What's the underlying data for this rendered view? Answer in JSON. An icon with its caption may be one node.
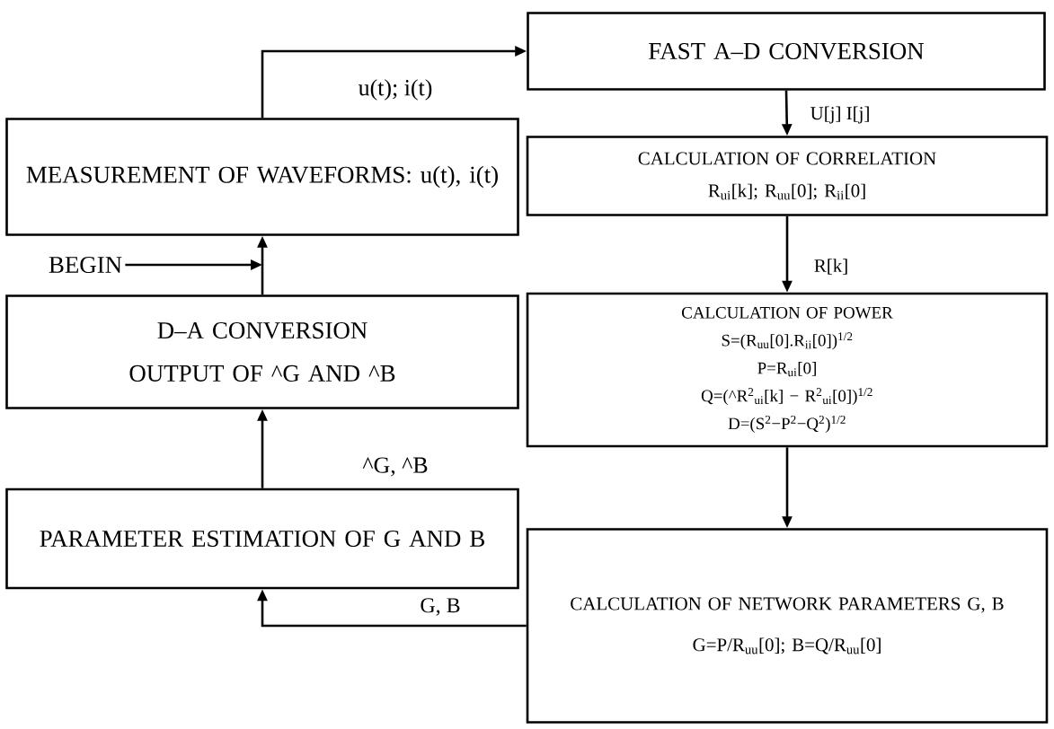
{
  "diagram": {
    "nodes": [
      {
        "text": [
          "MEASUREMENT OF WAVEFORMS:  u(t), i(t)"
        ]
      },
      {
        "text": [
          "BEGIN"
        ]
      },
      {
        "text": [
          "D–A CONVERSION OUTPUT OF ^G AND ^B"
        ]
      },
      {
        "text": [
          "PARAMETER ESTIMATION OF G AND B"
        ]
      },
      {
        "text": [
          "FAST A–D CONVERSION"
        ]
      },
      {
        "text": [
          "CALCULATION OF CORRELATION",
          "R$_{ui}$[k]; R$_{uu}$[0]; R$_{ii}$[0]"
        ]
      },
      {
        "text": [
          "CALCULATION OF POWER",
          "S=(R$_{uu}$[0].R$_{ii}$[0])$^{1/2}$",
          "P=R$_{ui}$[0]",
          "Q=(^R$^{2}$$_{ui}$[k] − R$^{2}$$_{ui}$[0])$^{1/2}$",
          "D=(S$^{2}$−P$^{2}$−Q$^{2}$)$^{1/2}$"
        ]
      },
      {
        "text": [
          "CALCULATION OF NETWORK PARAMETERS G, B",
          "G=P/R$_{uu}$[0]; B=Q/R$_{uu}$[0]"
        ]
      }
    ],
    "edges": [
      {
        "from": 0,
        "to": 4,
        "arrow": "to",
        "label": "u(t);  i(t)"
      },
      {
        "from": 4,
        "to": 5,
        "arrow": "to",
        "label": "U[j]  I[j]"
      },
      {
        "from": 5,
        "to": 6,
        "arrow": "to",
        "label": "R[k]"
      },
      {
        "from": 6,
        "to": 7,
        "arrow": "to"
      },
      {
        "from": 7,
        "to": 3,
        "arrow": "to",
        "label": "G,  B"
      },
      {
        "from": 3,
        "to": 2,
        "arrow": "to",
        "label": "^G,  ^B"
      },
      {
        "from": 2,
        "to": 0,
        "arrow": "to"
      },
      {
        "from": 1,
        "to": 0,
        "arrow": "to"
      }
    ]
  }
}
